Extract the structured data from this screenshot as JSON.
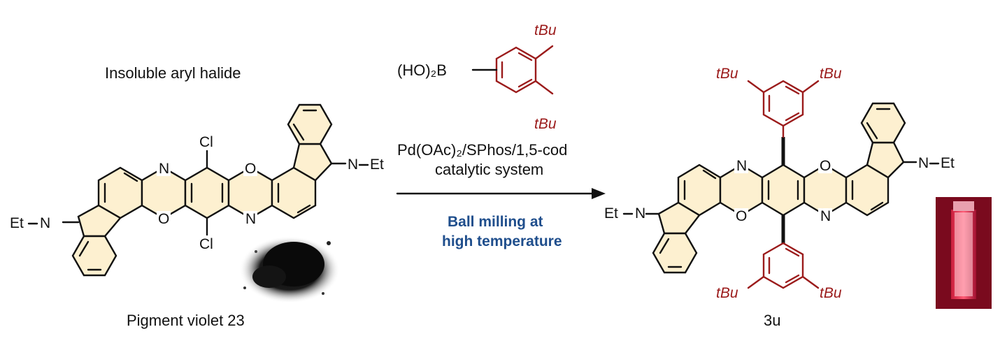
{
  "left": {
    "caption_top": "Insoluble aryl halide",
    "caption_bottom": "Pigment violet 23",
    "atoms": {
      "N": "N",
      "O": "O",
      "Cl": "Cl",
      "NEt": "N",
      "Et": "Et"
    }
  },
  "arrow": {
    "reagent_boronic": "(HO)₂B",
    "tbu": "tBu",
    "catalyst_line1": "Pd(OAc)₂/SPhos/1,5-cod",
    "catalyst_line2": "catalytic system",
    "condition_line1": "Ball milling at",
    "condition_line2": "high temperature"
  },
  "right": {
    "caption": "3u",
    "tbu": "tBu",
    "atoms": {
      "N": "N",
      "O": "O",
      "Et": "Et"
    }
  },
  "colors": {
    "ring_fill": "#fdf0d0",
    "aryl": "#9b1b1b",
    "highlight": "#1f4e8c",
    "glow": "#ff4a6a"
  }
}
